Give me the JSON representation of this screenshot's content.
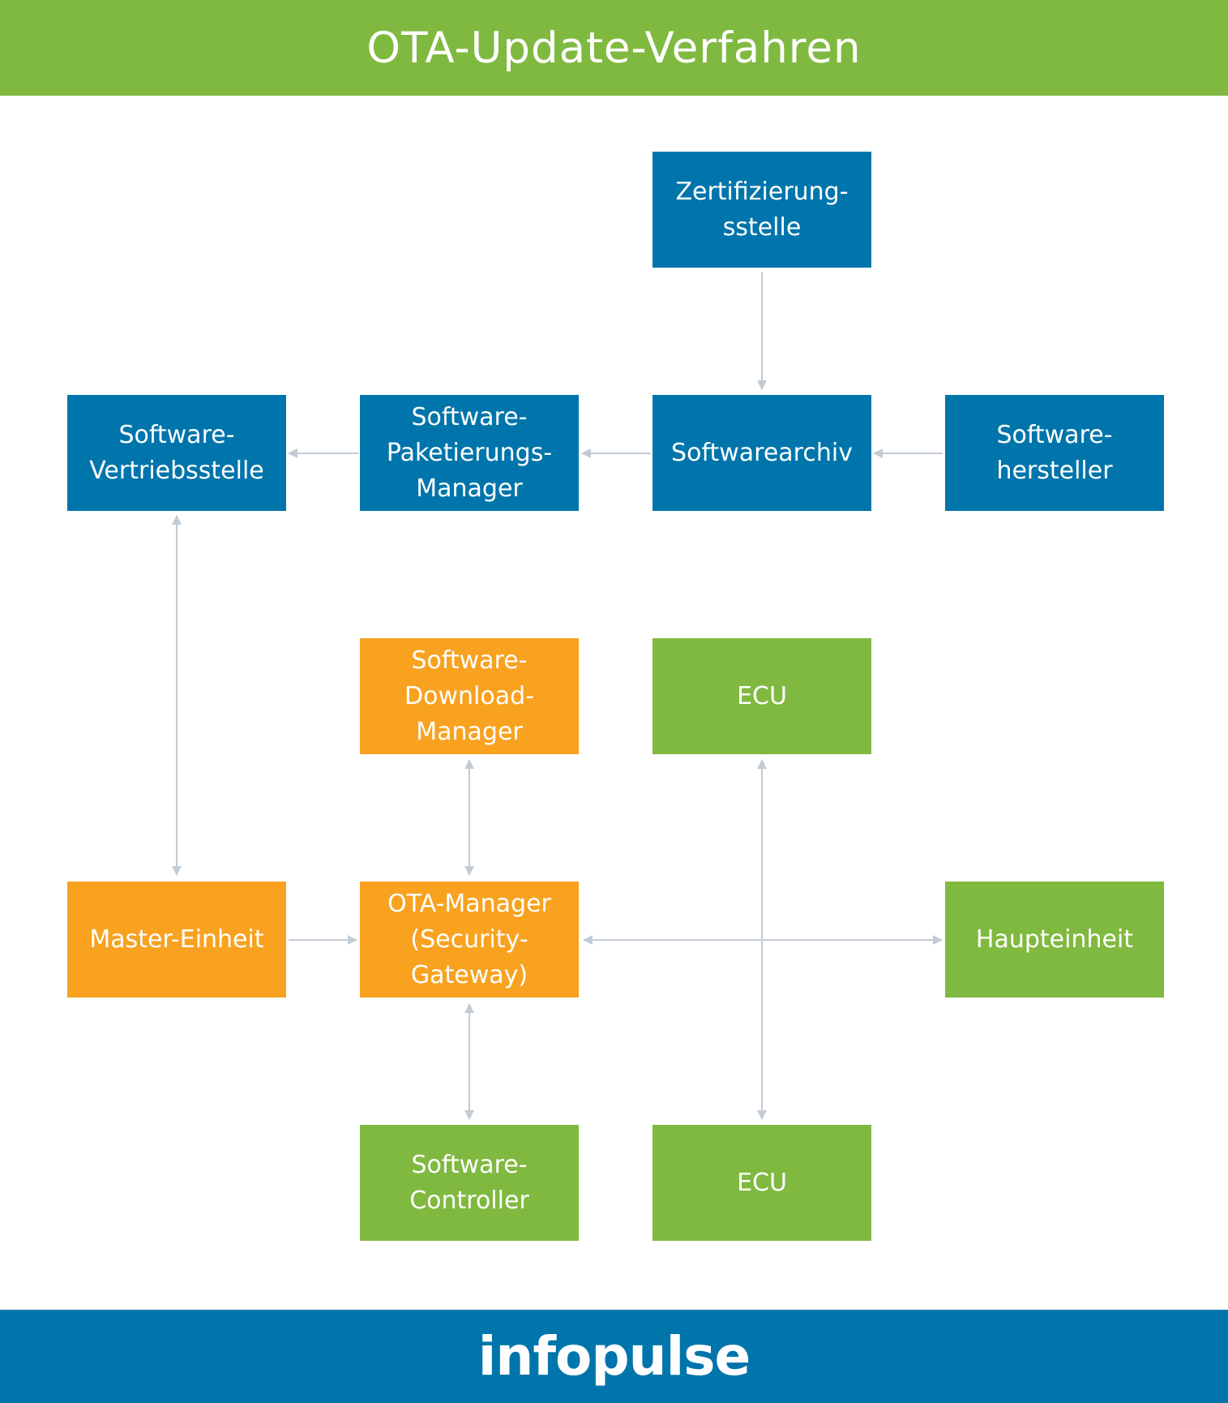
{
  "title": "OTA-Update-Verfahren",
  "footer": {
    "logo_text": "infopulse"
  },
  "colors": {
    "blue": "#0075ab",
    "orange": "#f8a220",
    "green": "#80b940",
    "arrow": "#c2ccd6"
  },
  "nodes": {
    "certification_authority": "Zertifizierung-\nsstelle",
    "distribution_point": "Software-\nVertriebsstelle",
    "packaging_manager": "Software-\nPaketierungs-\nManager",
    "software_archive": "Softwarearchiv",
    "software_manufacturer": "Software-\nhersteller",
    "download_manager": "Software-\nDownload-\nManager",
    "ecu_top": "ECU",
    "master_unit": "Master-Einheit",
    "ota_manager": "OTA-Manager\n(Security-\nGateway)",
    "main_unit": "Haupteinheit",
    "software_controller": "Software-\nController",
    "ecu_bottom": "ECU"
  }
}
